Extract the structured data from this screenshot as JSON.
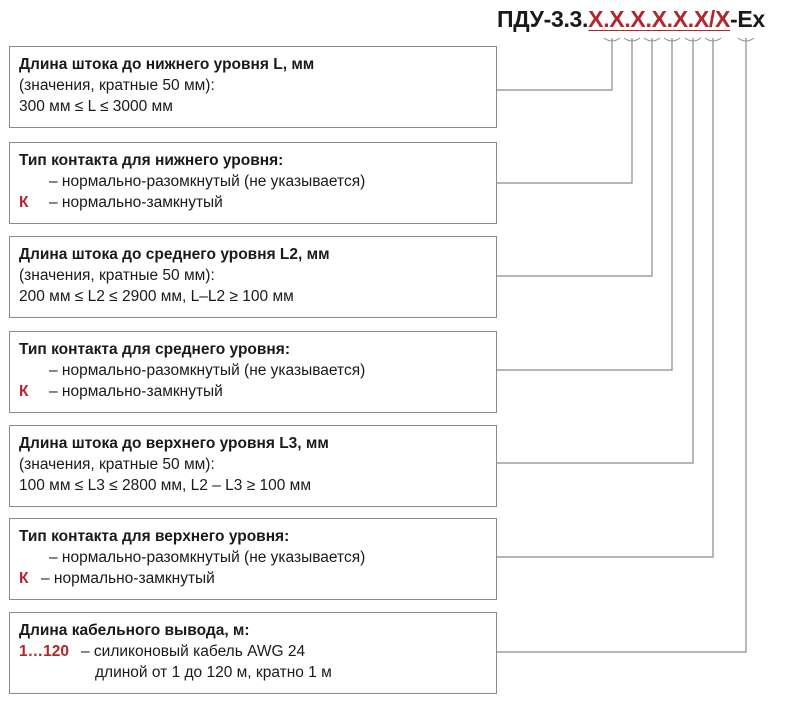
{
  "code": {
    "prefix": "ПДУ-3.3.",
    "placeholder": "X",
    "separator": ".",
    "slash": "/",
    "suffix": "-Ex"
  },
  "boxes": [
    {
      "title": "Длина штока до нижнего уровня L, мм",
      "line1": "(значения, кратные 50 мм):",
      "line2": "300 мм ≤ L ≤ 3000 мм"
    },
    {
      "title": "Тип контакта для нижнего уровня:",
      "option1": "– нормально-разомкнутый (не указывается)",
      "option2_code": "К",
      "option2": "– нормально-замкнутый"
    },
    {
      "title": "Длина штока до среднего уровня L2, мм",
      "line1": "(значения, кратные 50 мм):",
      "line2": "200 мм ≤ L2 ≤ 2900 мм, L–L2 ≥ 100 мм"
    },
    {
      "title": "Тип контакта для среднего уровня:",
      "option1": "– нормально-разомкнутый (не указывается)",
      "option2_code": "К",
      "option2": "– нормально-замкнутый"
    },
    {
      "title": "Длина штока до верхнего уровня L3, мм",
      "line1": "(значения, кратные 50 мм):",
      "line2": "100 мм ≤ L3 ≤ 2800 мм, L2 – L3 ≥ 100 мм"
    },
    {
      "title": "Тип контакта для верхнего уровня:",
      "option1": "– нормально-разомкнутый (не указывается)",
      "option2_code": "К",
      "option2": "– нормально-замкнутый"
    },
    {
      "title": "Длина кабельного вывода, м:",
      "range": "1…120",
      "line1": "– силиконовый кабель AWG 24",
      "line2": "длиной от 1 до 120 м, кратно 1 м"
    }
  ],
  "colors": {
    "accent": "#b3262d",
    "text": "#1a1a1a",
    "border": "#8a8a8a",
    "connector": "#8a8a8a"
  }
}
